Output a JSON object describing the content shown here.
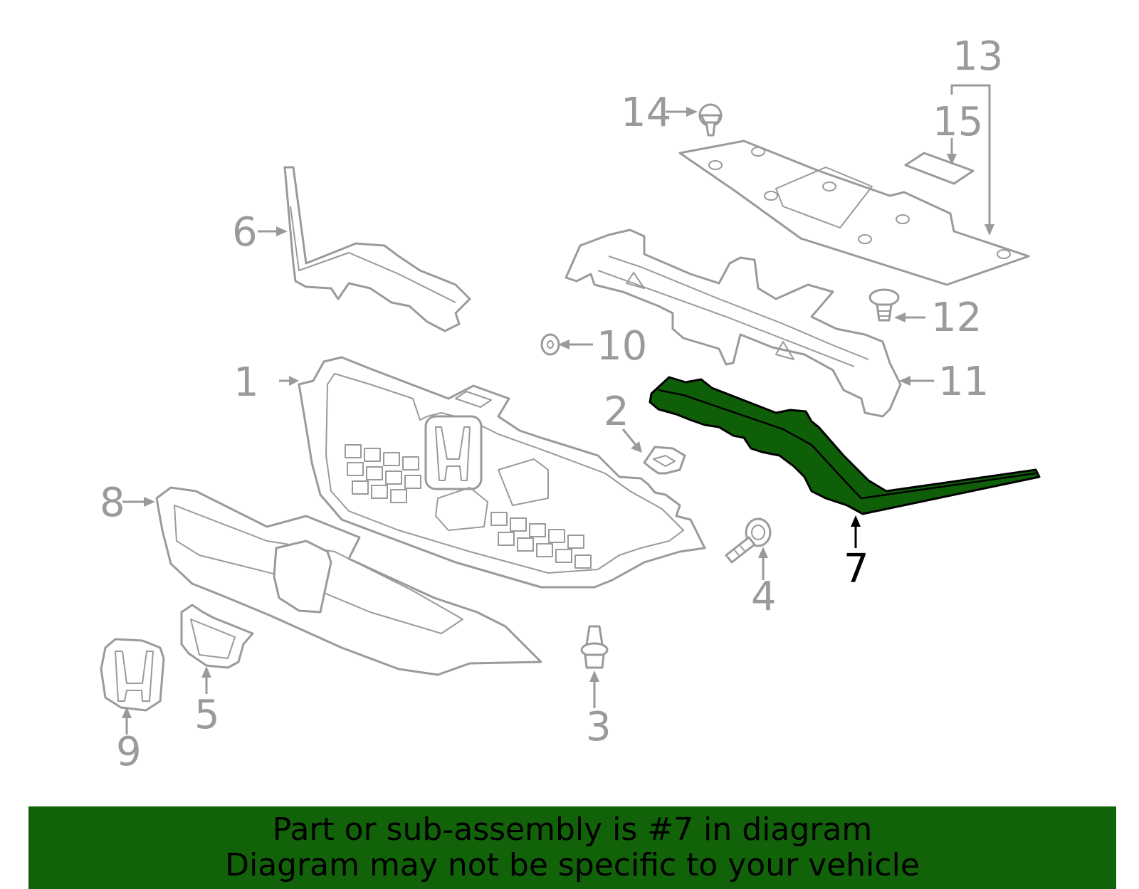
{
  "callouts": {
    "c1": "1",
    "c2": "2",
    "c3": "3",
    "c4": "4",
    "c5": "5",
    "c6": "6",
    "c7": "7",
    "c8": "8",
    "c9": "9",
    "c10": "10",
    "c11": "11",
    "c12": "12",
    "c13": "13",
    "c14": "14",
    "c15": "15"
  },
  "highlighted_part": "7",
  "colors": {
    "highlight": "#0f5f08",
    "banner": "#116208",
    "outline": "#9a9a9a"
  },
  "banner": {
    "line1": "Part or sub-assembly is #7 in diagram",
    "line2": "Diagram may not be specific to your vehicle"
  }
}
